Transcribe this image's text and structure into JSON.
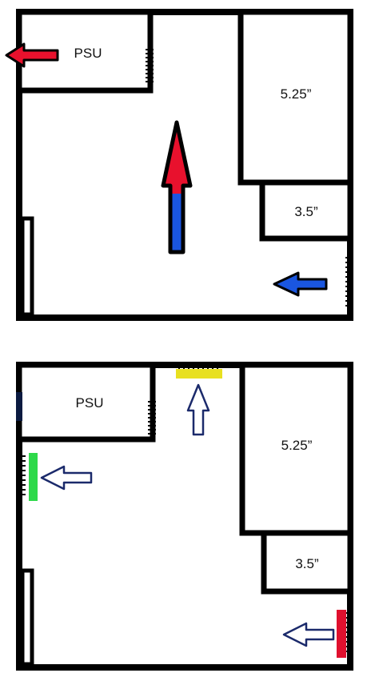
{
  "colors": {
    "wall": "#000000",
    "hot": "#e8112d",
    "cool": "#1a56e0",
    "exhaust_fan": "#e8e020",
    "intake_side_fan": "#2ed94a",
    "intake_front_fan": "#e0102e",
    "outline_arrow": "#1b2a6b",
    "vent": "#000000"
  },
  "top_diagram": {
    "psu_label": "PSU",
    "bay_large_label": "5.25”",
    "bay_small_label": "3.5”",
    "icons": [
      "exhaust-arrow-icon",
      "rising-airflow-arrow-icon",
      "intake-arrow-icon"
    ]
  },
  "bottom_diagram": {
    "psu_label": "PSU",
    "bay_large_label": "5.25”",
    "bay_small_label": "3.5”",
    "icons": [
      "top-exhaust-arrow-icon",
      "side-intake-arrow-icon",
      "front-intake-arrow-icon"
    ]
  }
}
